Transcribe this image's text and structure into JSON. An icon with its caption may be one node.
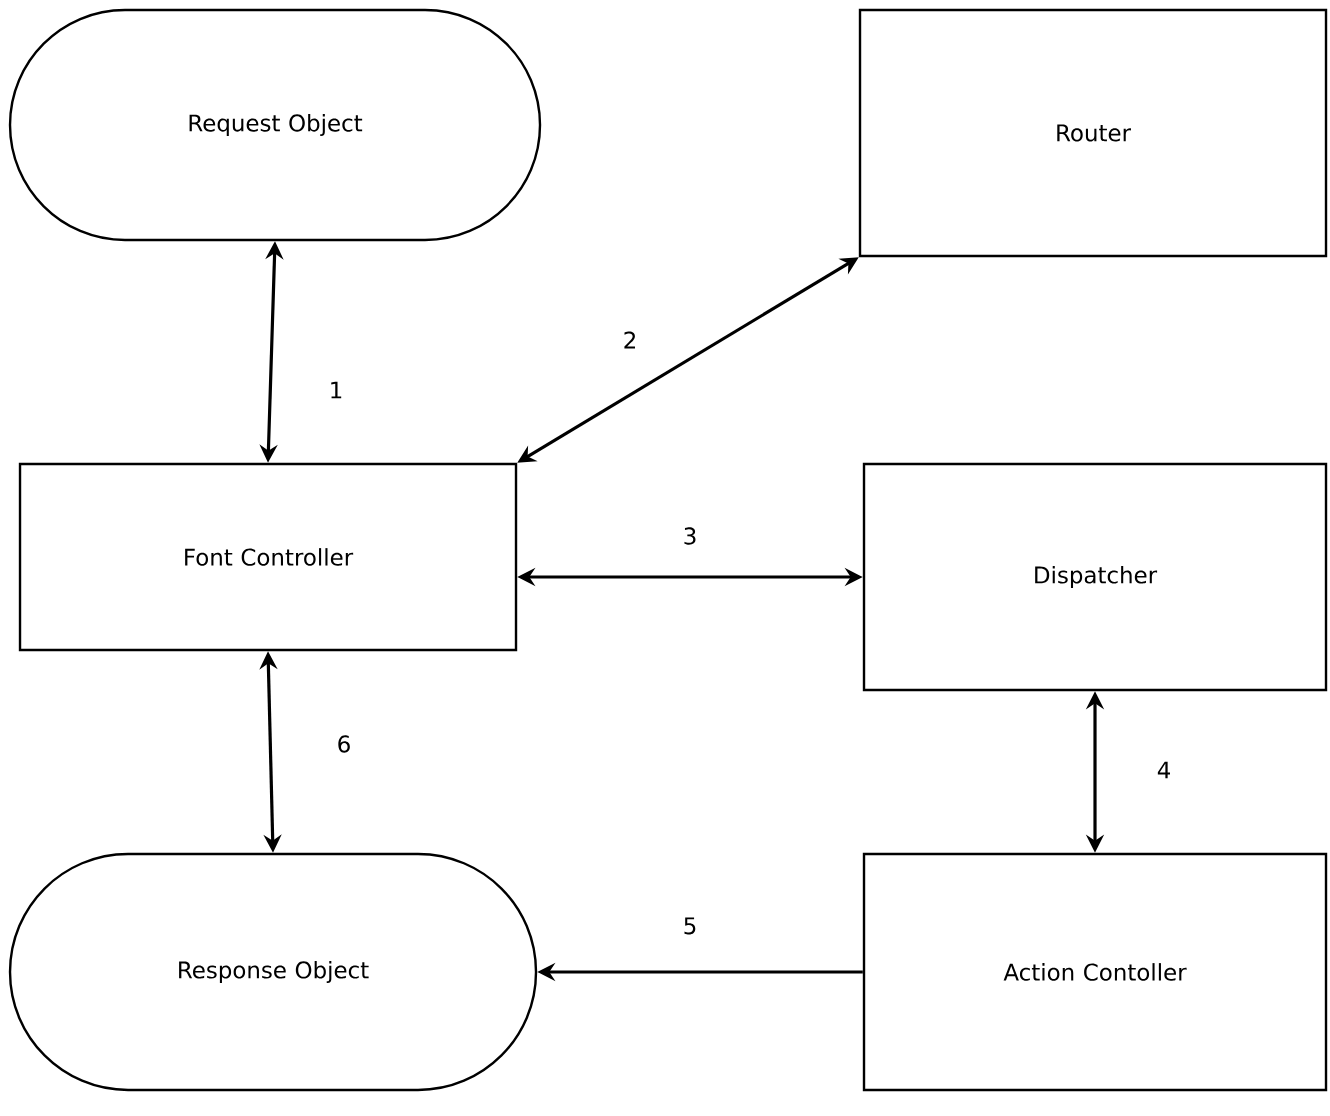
{
  "diagram": {
    "nodes": [
      {
        "text": [
          "Request Object"
        ]
      },
      {
        "text": [
          "Router"
        ]
      },
      {
        "text": [
          "Font Controller"
        ]
      },
      {
        "text": [
          "Dispatcher"
        ]
      },
      {
        "text": [
          "Response Object"
        ]
      },
      {
        "text": [
          "Action Contoller"
        ]
      }
    ],
    "edges": [
      {
        "from": 0,
        "to": 2,
        "arrow": "both",
        "label": "1"
      },
      {
        "from": 2,
        "to": 1,
        "arrow": "both",
        "label": "2"
      },
      {
        "from": 2,
        "to": 3,
        "arrow": "both",
        "label": "3"
      },
      {
        "from": 3,
        "to": 5,
        "arrow": "both",
        "label": "4"
      },
      {
        "from": 5,
        "to": 4,
        "arrow": "to",
        "label": "5"
      },
      {
        "from": 2,
        "to": 4,
        "arrow": "both",
        "label": "6"
      }
    ]
  }
}
